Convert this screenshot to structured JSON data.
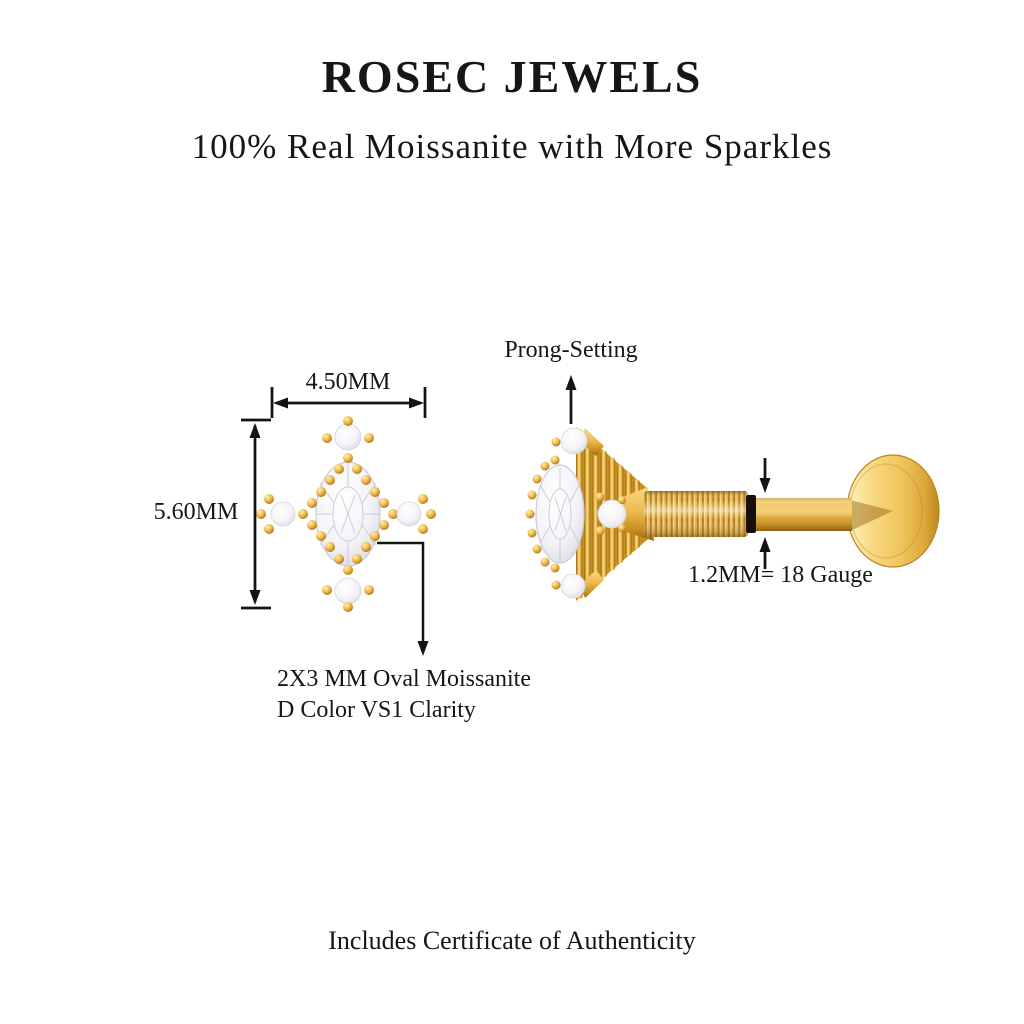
{
  "header": {
    "brand": "ROSEC JEWELS",
    "tagline": "100% Real Moissanite with More Sparkles"
  },
  "diagram": {
    "annotations": {
      "prong_setting": "Prong-Setting",
      "width_mm": "4.50MM",
      "height_mm": "5.60MM",
      "gauge": "1.2MM= 18 Gauge",
      "stone_line1": "2X3 MM Oval Moissanite",
      "stone_line2": "D Color VS1 Clarity"
    },
    "views": {
      "front": "front view of oval moissanite halo stud",
      "side": "side view of labret stud with threaded post and flat disc back"
    },
    "colors": {
      "gold": "#E9B64A",
      "gold_light": "#F9DC8F",
      "gold_dark": "#9A6A10",
      "stone_white": "#F2F2F7",
      "annotation_ink": "#141414",
      "background": "#FFFFFF",
      "oring_black": "#17100A"
    }
  },
  "footer": {
    "certificate": "Includes Certificate of Authenticity"
  }
}
